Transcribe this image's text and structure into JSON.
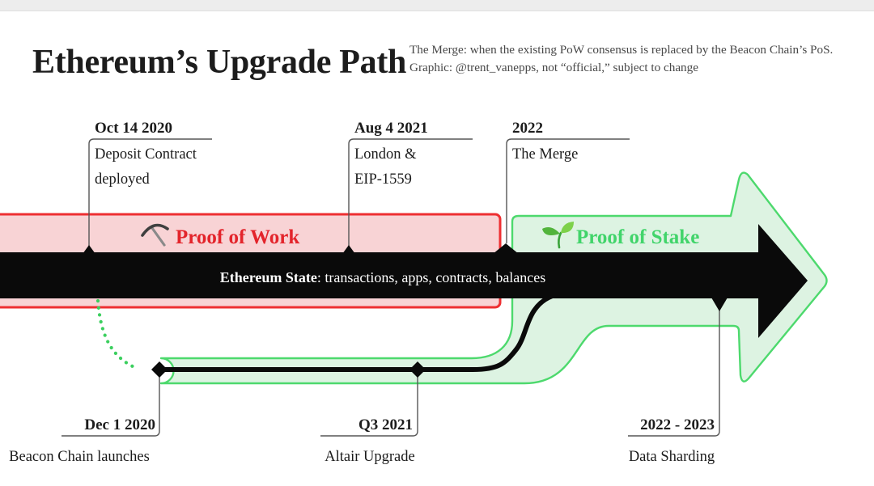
{
  "page": {
    "title": "Ethereum’s Upgrade Path",
    "subtitle_line1": "The Merge: when the existing PoW consensus is replaced by the Beacon Chain’s PoS.",
    "subtitle_line2": "Graphic: @trent_vanepps, not “official,” subject to change"
  },
  "eras": {
    "pow": {
      "label": "Proof of Work",
      "icon": "pickaxe-icon"
    },
    "pos": {
      "label": "Proof of Stake",
      "icon": "seedling-icon"
    }
  },
  "main_arrow": {
    "label_bold": "Ethereum State",
    "label_rest": ": transactions, apps, contracts, balances"
  },
  "events_top": [
    {
      "date": "Oct 14 2020",
      "desc_lines": [
        "Deposit Contract",
        "deployed"
      ]
    },
    {
      "date": "Aug 4 2021",
      "desc_lines": [
        "London &",
        "EIP-1559"
      ]
    },
    {
      "date": "2022",
      "desc_lines": [
        "The Merge"
      ]
    }
  ],
  "events_bottom": [
    {
      "date": "Dec 1 2020",
      "desc": "Beacon Chain launches"
    },
    {
      "date": "Q3 2021",
      "desc": "Altair Upgrade"
    },
    {
      "date": "2022 - 2023",
      "desc": "Data Sharding"
    }
  ],
  "colors": {
    "pow_fill": "#f8d3d5",
    "pow_border": "#ee2f32",
    "pow_text": "#e3242b",
    "pos_fill": "#ddf3e2",
    "pos_border": "#4dd96d",
    "pos_text": "#41d46a",
    "arrow_black": "#0a0a0a",
    "callout_line": "#565656",
    "label_text": "#1c1c1c",
    "dotted_green": "#3bcf5e",
    "subtitle_text": "#484848",
    "topbar": "#ededed"
  }
}
